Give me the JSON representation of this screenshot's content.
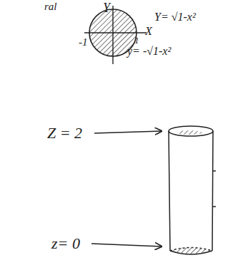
{
  "diagram": {
    "labels": [
      "ral",
      "Y",
      "X",
      "-1",
      "1",
      "Y= √1-x²",
      "y= -√1-x²",
      "Z = 2",
      "z= 0"
    ]
  }
}
